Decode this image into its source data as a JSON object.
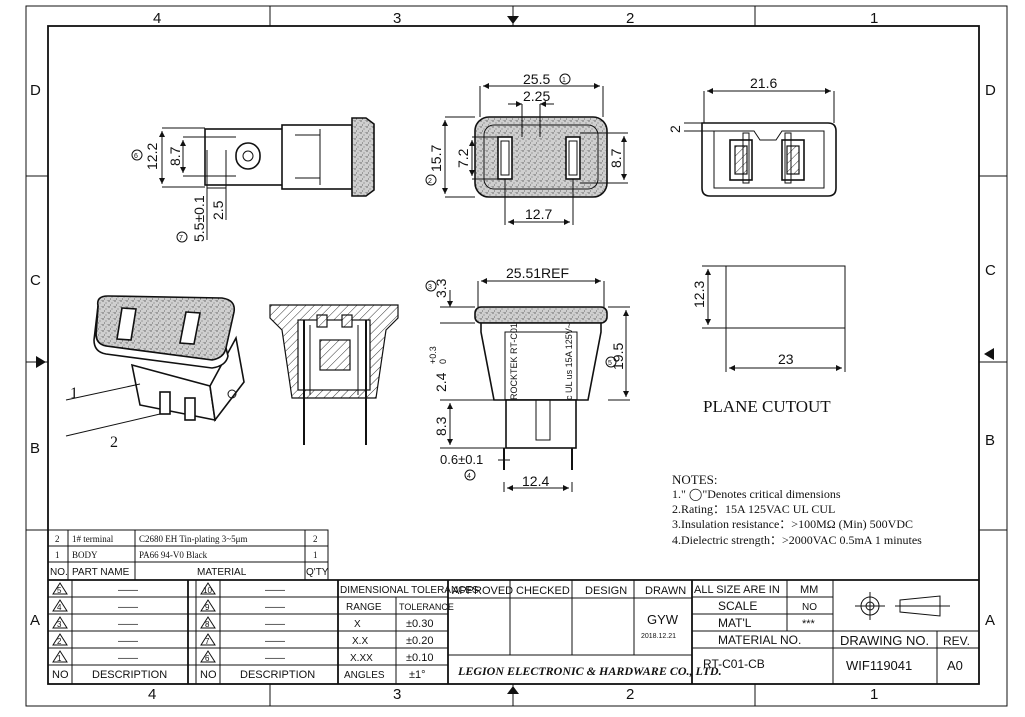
{
  "grid": {
    "cols_top": [
      "4",
      "3",
      "2",
      "1"
    ],
    "cols_bottom": [
      "4",
      "3",
      "2",
      "1"
    ],
    "rows_left": [
      "D",
      "C",
      "B",
      "A"
    ],
    "rows_right": [
      "D",
      "C",
      "B",
      "A"
    ]
  },
  "dims": {
    "top_width": "25.5",
    "top_inner": "2.25",
    "top_height": "15.7",
    "top_slot_h": "7.2",
    "top_right_h": "8.7",
    "top_pitch": "12.7",
    "end_width": "21.6",
    "end_small": "2",
    "side_height": "12.2",
    "side_inner": "8.7",
    "side_lower": "5.5±0.1",
    "side_lower2": "2.5",
    "front_ref": "25.51REF",
    "front_top": "3.3",
    "front_h": "19.5",
    "front_tol": "2.4",
    "front_tol_sup": "+0.3",
    "front_tol_sub": "0",
    "front_pin": "8.3",
    "front_pin_w": "0.6±0.1",
    "front_pin_pitch": "12.4",
    "cut_h": "12.3",
    "cut_w": "23"
  },
  "balloons": {
    "b1": "1",
    "b2": "2",
    "b3": "3",
    "b4": "4",
    "b5": "5",
    "b6": "6",
    "b7": "7"
  },
  "front_text": {
    "brand": "ROCKTEK  RT-C01",
    "rating": "c UL us 15A 125V~"
  },
  "callouts": {
    "c1": "1",
    "c2": "2"
  },
  "cutout_label": "PLANE CUTOUT",
  "notes": {
    "title": "NOTES:",
    "lines": [
      "1.\" ◯\"Denotes critical dimensions",
      "2.Rating：15A 125VAC    UL CUL",
      "3.Insulation resistance：>100MΩ (Min) 500VDC",
      "4.Dielectric strength：>2000VAC 0.5mA 1 minutes"
    ]
  },
  "parts": {
    "rows": [
      {
        "no": "2",
        "name": "1# terminal",
        "material": "C2680 EH Tin-plating 3~5μm",
        "qty": "2"
      },
      {
        "no": "1",
        "name": "BODY",
        "material": "PA66 94-V0 Black",
        "qty": "1"
      }
    ],
    "headers": {
      "no": "NO.",
      "name": "PART NAME",
      "material": "MATERIAL",
      "qty": "Q'TY"
    }
  },
  "revisions": {
    "left": [
      {
        "no": "5",
        "desc": "——"
      },
      {
        "no": "4",
        "desc": "——"
      },
      {
        "no": "3",
        "desc": "——"
      },
      {
        "no": "2",
        "desc": "——"
      },
      {
        "no": "1",
        "desc": "——"
      }
    ],
    "right": [
      {
        "no": "10",
        "desc": "——"
      },
      {
        "no": "9",
        "desc": "——"
      },
      {
        "no": "8",
        "desc": "——"
      },
      {
        "no": "7",
        "desc": "——"
      },
      {
        "no": "6",
        "desc": "——"
      }
    ],
    "h_no": "NO",
    "h_desc": "DESCRIPTION"
  },
  "tolerances": {
    "title": "DIMENSIONAL TOLERANCES",
    "h_range": "RANGE",
    "h_tol": "TOLERANCE",
    "rows": [
      {
        "range": "X",
        "tol": "±0.30"
      },
      {
        "range": "X.X",
        "tol": "±0.20"
      },
      {
        "range": "X.XX",
        "tol": "±0.10"
      },
      {
        "range": "ANGLES",
        "tol": "±1°"
      }
    ]
  },
  "approval": {
    "approved": "APPROVED",
    "checked": "CHECKED",
    "design": "DESIGN",
    "drawn": "DRAWN",
    "drawn_by": "GYW",
    "drawn_date": "2018.12.21",
    "company": "LEGION ELECTRONIC & HARDWARE CO., LTD."
  },
  "info": {
    "size_label": "ALL SIZE ARE IN",
    "size_value": "MM",
    "scale_label": "SCALE",
    "scale_value": "NO",
    "matl_label": "MAT'L",
    "matl_value": "***",
    "material_no_label": "MATERIAL  NO.",
    "material_no": "RT-C01-CB",
    "drawing_no_label": "DRAWING NO.",
    "drawing_no": "WIF119041",
    "rev_label": "REV.",
    "rev": "A0"
  }
}
